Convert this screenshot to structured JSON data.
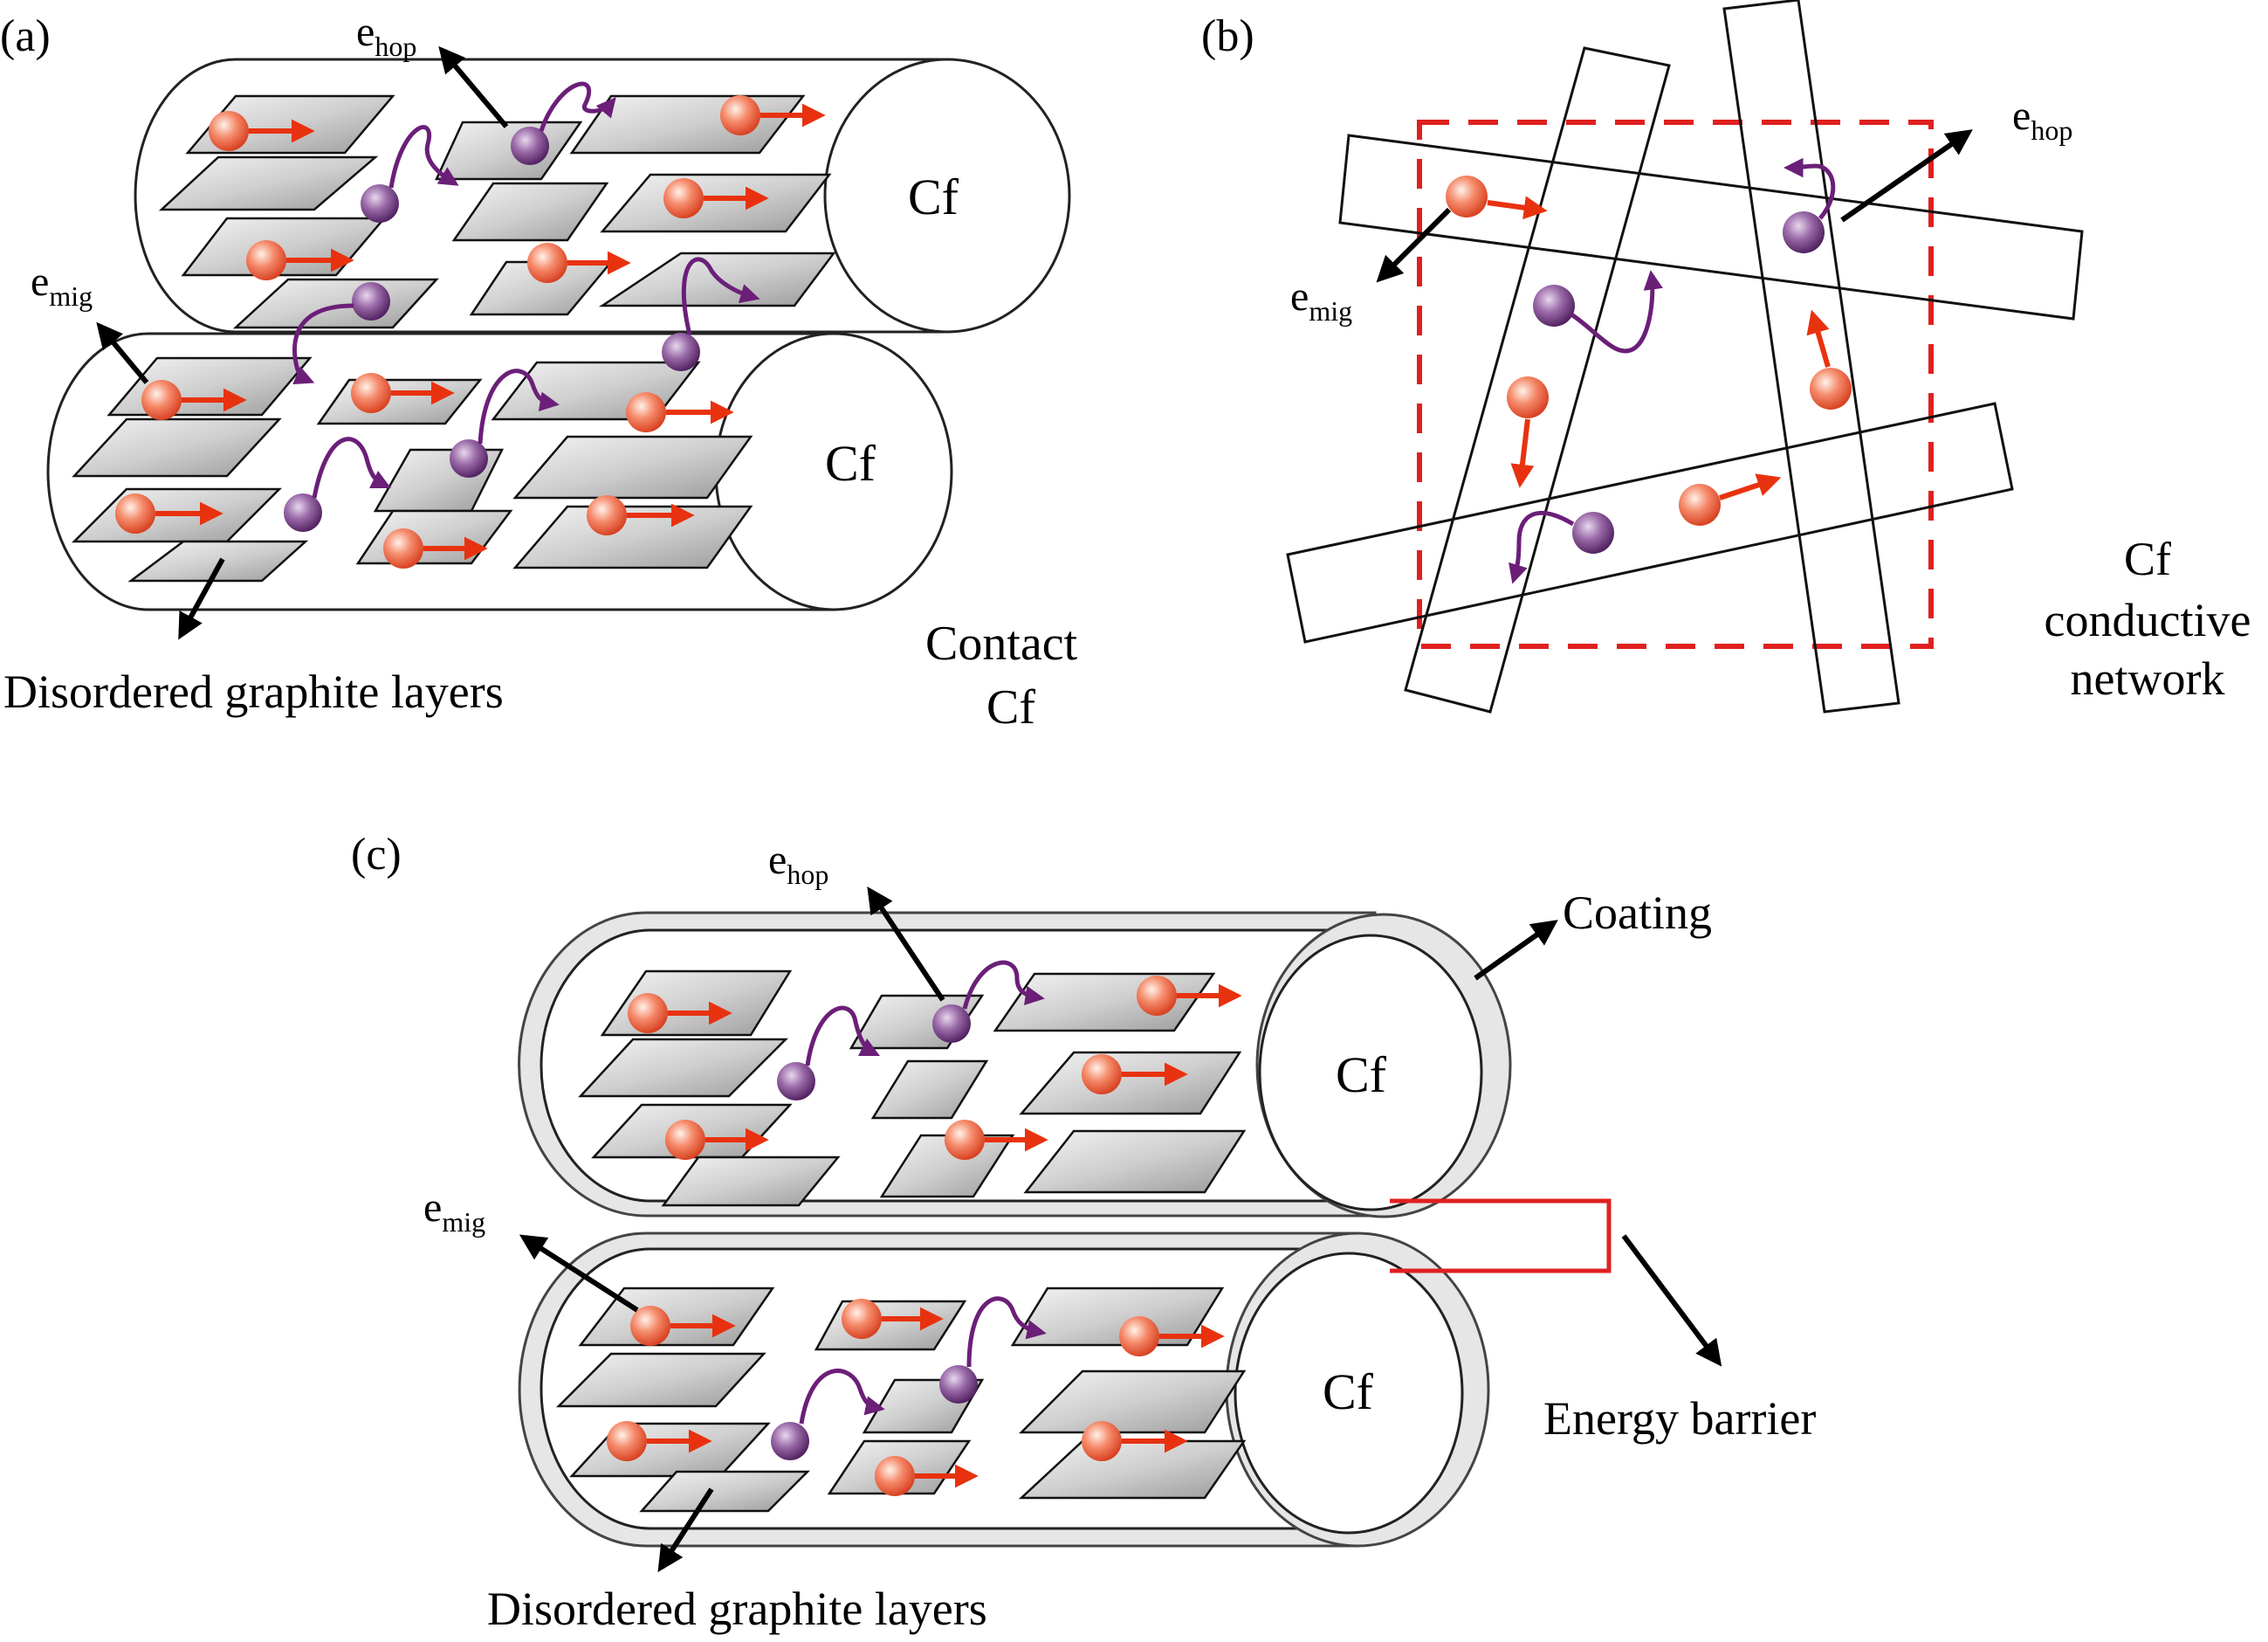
{
  "panels": {
    "a": {
      "label": "(a)",
      "e_hop": {
        "base": "e",
        "sub": "hop"
      },
      "e_mig": {
        "base": "e",
        "sub": "mig"
      },
      "cf_top": "Cf",
      "cf_bottom": "Cf",
      "layers_label": "Disordered graphite layers",
      "contact_line1": "Contact",
      "contact_line2": "Cf"
    },
    "b": {
      "label": "(b)",
      "e_hop": {
        "base": "e",
        "sub": "hop"
      },
      "e_mig": {
        "base": "e",
        "sub": "mig"
      },
      "network_line1": "Cf",
      "network_line2": "conductive",
      "network_line3": "network"
    },
    "c": {
      "label": "(c)",
      "e_hop": {
        "base": "e",
        "sub": "hop"
      },
      "e_mig": {
        "base": "e",
        "sub": "mig"
      },
      "cf_top": "Cf",
      "cf_bottom": "Cf",
      "coating": "Coating",
      "energy_barrier": "Energy barrier",
      "layers_label": "Disordered graphite layers"
    }
  },
  "colors": {
    "migration_electron": "#f05a3c",
    "hopping_electron": "#6b2a7a",
    "arrow_red": "#e8320f",
    "network_box": "#e02020",
    "barrier": "#e02020"
  }
}
